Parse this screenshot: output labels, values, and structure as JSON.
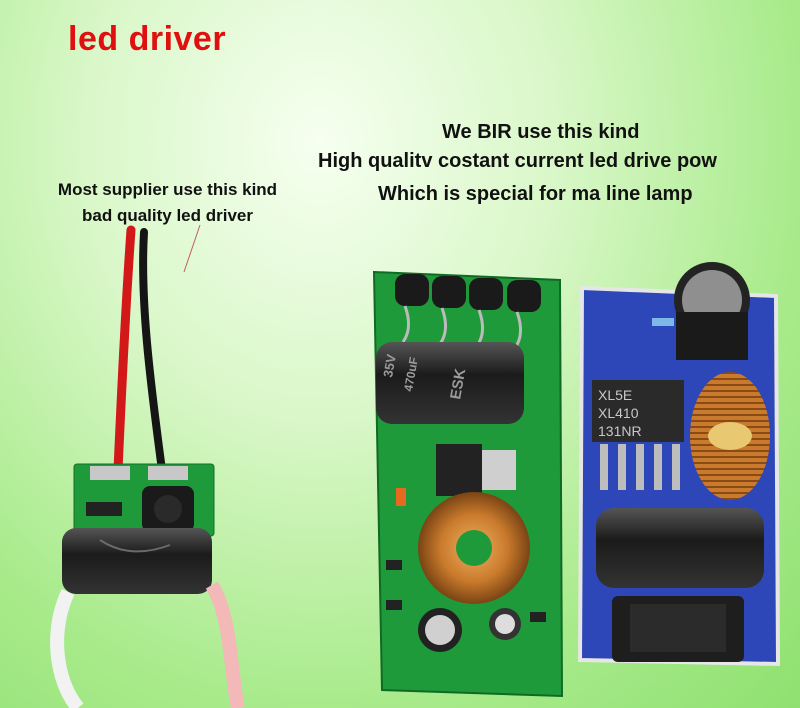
{
  "title": "led driver",
  "left_caption": {
    "line1": "Most supplier use this kind",
    "line2": "bad quality led driver"
  },
  "right_caption": {
    "line1": "We BIR use this kind",
    "line2": "High qualitv costant current led drive pow",
    "line3": "Which is special for ma  line lamp"
  },
  "component_labels": {
    "cap_left_a": "35V",
    "cap_left_b": "470uF",
    "cap_brand": "ESK",
    "ic_line1": "XL5E",
    "ic_line2": "XL410",
    "ic_line3": "131NR"
  },
  "colors": {
    "title": "#e01010",
    "pcb_green": "#1f9a3a",
    "pcb_blue": "#2d46b8",
    "copper": "#c97a2c"
  }
}
